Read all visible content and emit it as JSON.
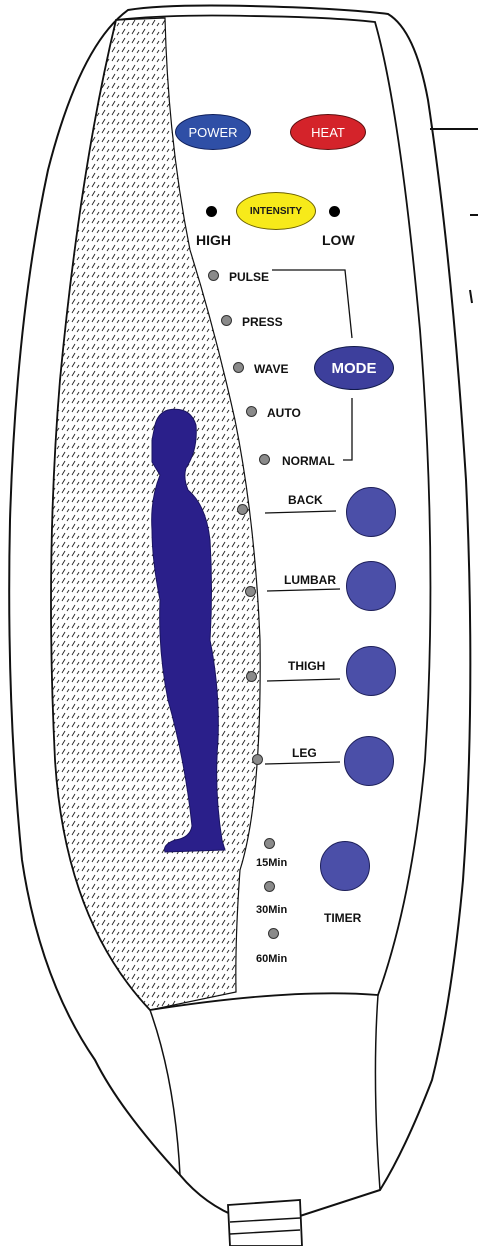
{
  "colors": {
    "power": "#2f4fa6",
    "heat": "#d4232a",
    "intensity": "#f7ea1a",
    "mode": "#3d3f9c",
    "zone_button": "#4b4fa8",
    "figure": "#2a1f8a",
    "led": "#8a8a8a"
  },
  "buttons": {
    "power": "POWER",
    "heat": "HEAT",
    "intensity": "INTENSITY",
    "mode": "MODE",
    "timer": "TIMER"
  },
  "intensity_levels": {
    "high": "HIGH",
    "low": "LOW"
  },
  "modes": [
    "PULSE",
    "PRESS",
    "WAVE",
    "AUTO",
    "NORMAL"
  ],
  "zones": [
    "BACK",
    "LUMBAR",
    "THIGH",
    "LEG"
  ],
  "timer_options": [
    "15Min",
    "30Min",
    "60Min"
  ],
  "icons": {
    "body": "human-body-silhouette-icon"
  }
}
